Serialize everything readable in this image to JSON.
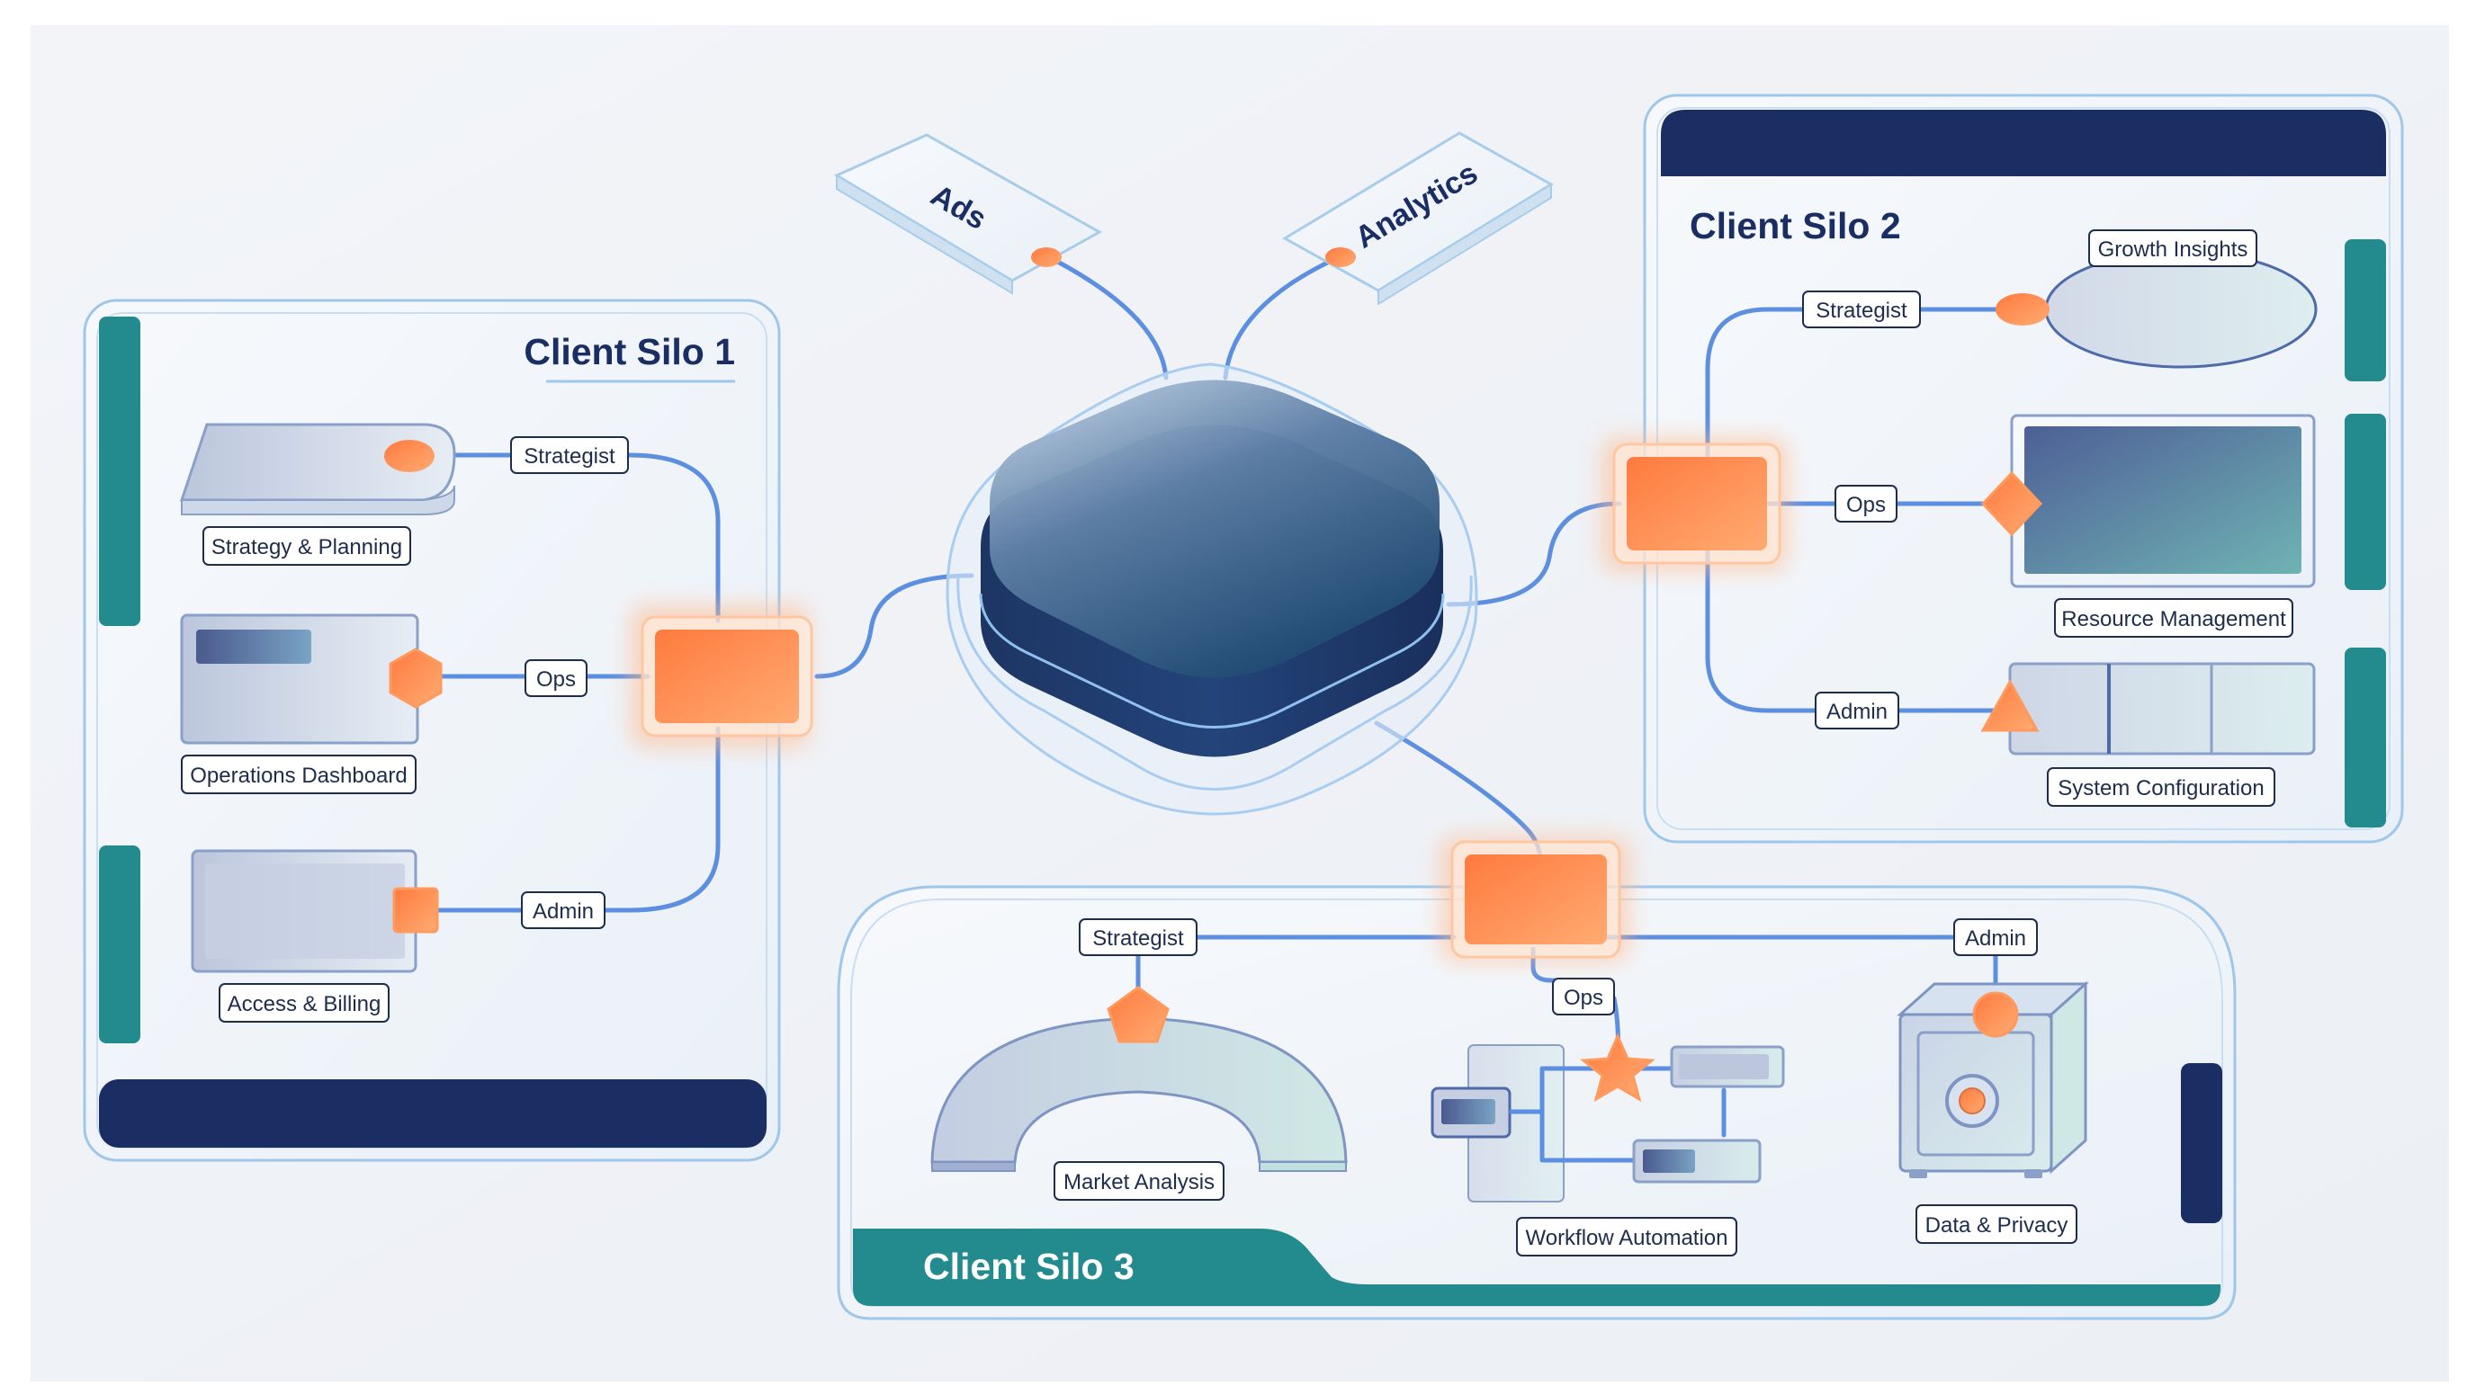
{
  "hub": {
    "name": "central-hub",
    "cards": {
      "ads": "Ads",
      "analytics": "Analytics"
    }
  },
  "silo1": {
    "title": "Client Silo 1",
    "roles": {
      "strategist": "Strategist",
      "ops": "Ops",
      "admin": "Admin"
    },
    "modules": {
      "strategy": "Strategy & Planning",
      "operations": "Operations Dashboard",
      "billing": "Access & Billing"
    }
  },
  "silo2": {
    "title": "Client Silo 2",
    "roles": {
      "strategist": "Strategist",
      "ops": "Ops",
      "admin": "Admin"
    },
    "modules": {
      "growth": "Growth Insights",
      "resource": "Resource Management",
      "config": "System Configuration"
    }
  },
  "silo3": {
    "title": "Client Silo 3",
    "roles": {
      "strategist": "Strategist",
      "ops": "Ops",
      "admin": "Admin"
    },
    "modules": {
      "market": "Market Analysis",
      "workflow": "Workflow Automation",
      "privacy": "Data & Privacy"
    }
  },
  "colors": {
    "navy": "#1b2e63",
    "teal": "#238a8e",
    "orange": "#ff8a4c",
    "wire": "#5d8fe0",
    "glass_border": "#9fc7ea"
  }
}
